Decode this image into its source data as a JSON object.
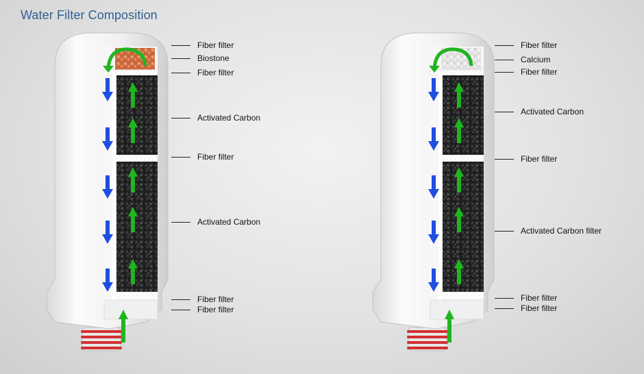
{
  "title": "Water Filter Composition",
  "filters": [
    {
      "labels": [
        "Fiber filter",
        "Biostone",
        "Fiber filter",
        "Activated Carbon",
        "Fiber filter",
        "Activated Carbon",
        "Fiber filter",
        "Fiber filter"
      ],
      "top_media": "biostone"
    },
    {
      "labels": [
        "Fiber filter",
        "Calcium",
        "Fiber filter",
        "Activated Carbon",
        "Fiber filter",
        "Activated Carbon filter",
        "Fiber filter",
        "Fiber filter"
      ],
      "top_media": "calcium"
    }
  ],
  "colors": {
    "down_flow": "#1f4fe0",
    "up_flow": "#1fb51f",
    "biostone": "#d9784a",
    "calcium": "#e6e6e6",
    "carbon": "#1b1b1b",
    "seal": "#d23030",
    "title": "#2f5f93"
  }
}
